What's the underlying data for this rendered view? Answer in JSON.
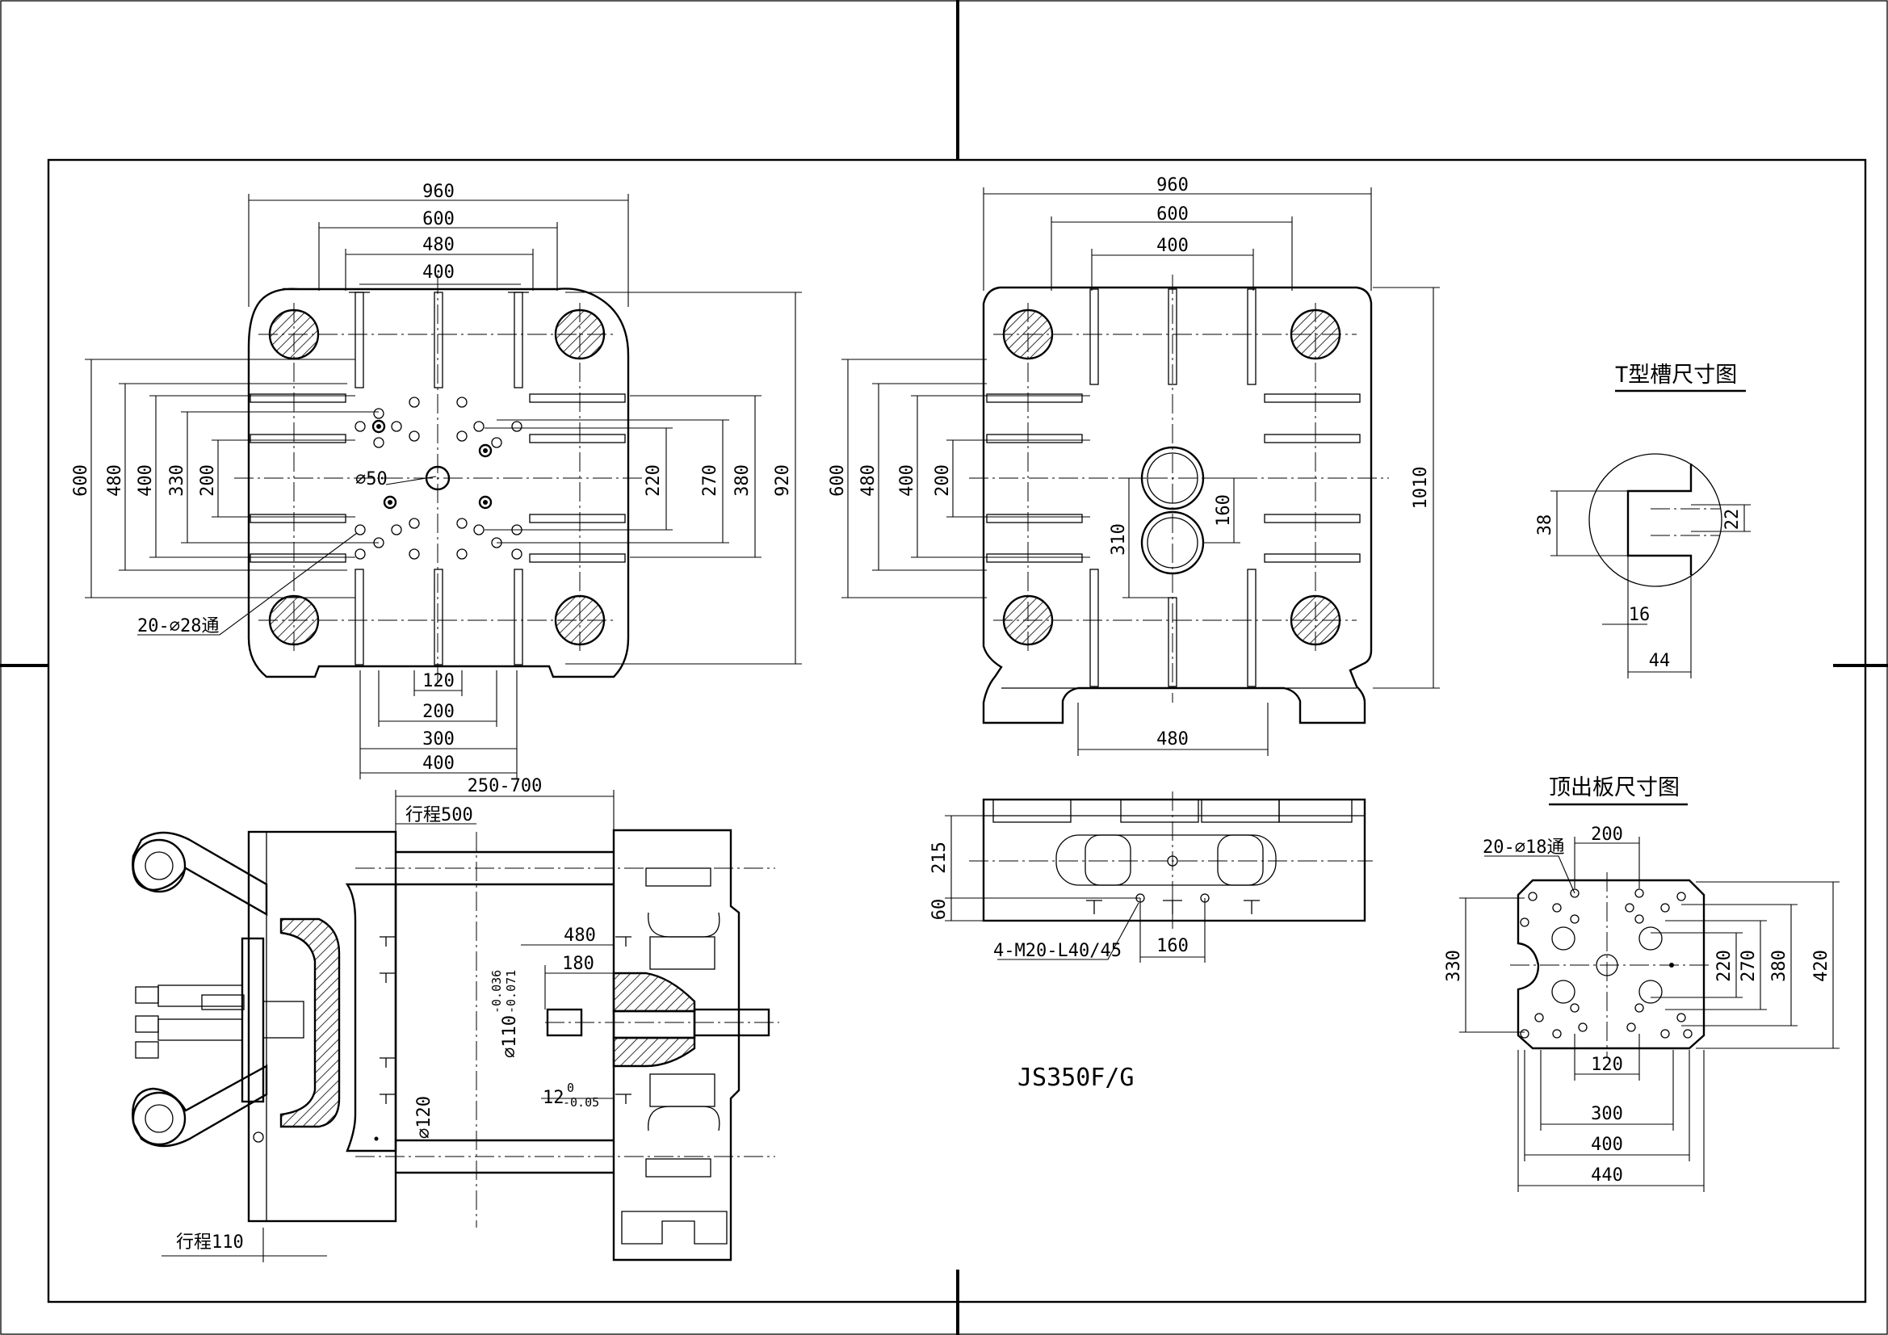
{
  "diagram": {
    "model": "JS350F/G",
    "fixed_platen": {
      "horizontal_dims": [
        "960",
        "600",
        "480",
        "400"
      ],
      "vertical_dims_left": [
        "600",
        "480",
        "400",
        "330",
        "200"
      ],
      "vertical_dims_right": [
        "220",
        "270",
        "380",
        "920"
      ],
      "bottom_dims": [
        "120",
        "200",
        "300",
        "400"
      ],
      "nozzle_label": "⌀50",
      "holes_label": "20-⌀28通"
    },
    "moving_platen": {
      "horizontal_dims": [
        "960",
        "600",
        "400"
      ],
      "vertical_dims_left": [
        "600",
        "480",
        "400",
        "200"
      ],
      "center_dims": [
        "310",
        "160"
      ],
      "right_dim": "1010",
      "bottom_dim": "480"
    },
    "side_view": {
      "top_dim": "250-700",
      "stroke_label": "行程500",
      "dim_480": "480",
      "dim_180": "180",
      "rod_dia": "⌀110",
      "rod_tol_upper": "-0.036",
      "rod_tol_lower": "-0.071",
      "tie_bar_dia": "⌀120",
      "key_width": "12",
      "key_tol_upper": "0",
      "key_tol_lower": "-0.05",
      "eject_stroke_label": "行程110"
    },
    "rear_view": {
      "dims": [
        "215",
        "60",
        "160"
      ],
      "thread_label": "4-M20-L40/45"
    },
    "t_slot": {
      "title": "T型槽尺寸图",
      "dims": [
        "38",
        "22",
        "16",
        "44"
      ]
    },
    "ejector_plate": {
      "title": "顶出板尺寸图",
      "holes_label": "20-⌀18通",
      "top_dim": "200",
      "left_dim": "330",
      "right_dims": [
        "220",
        "270",
        "380",
        "420"
      ],
      "bottom_dims": [
        "120",
        "300",
        "400",
        "440"
      ]
    }
  }
}
